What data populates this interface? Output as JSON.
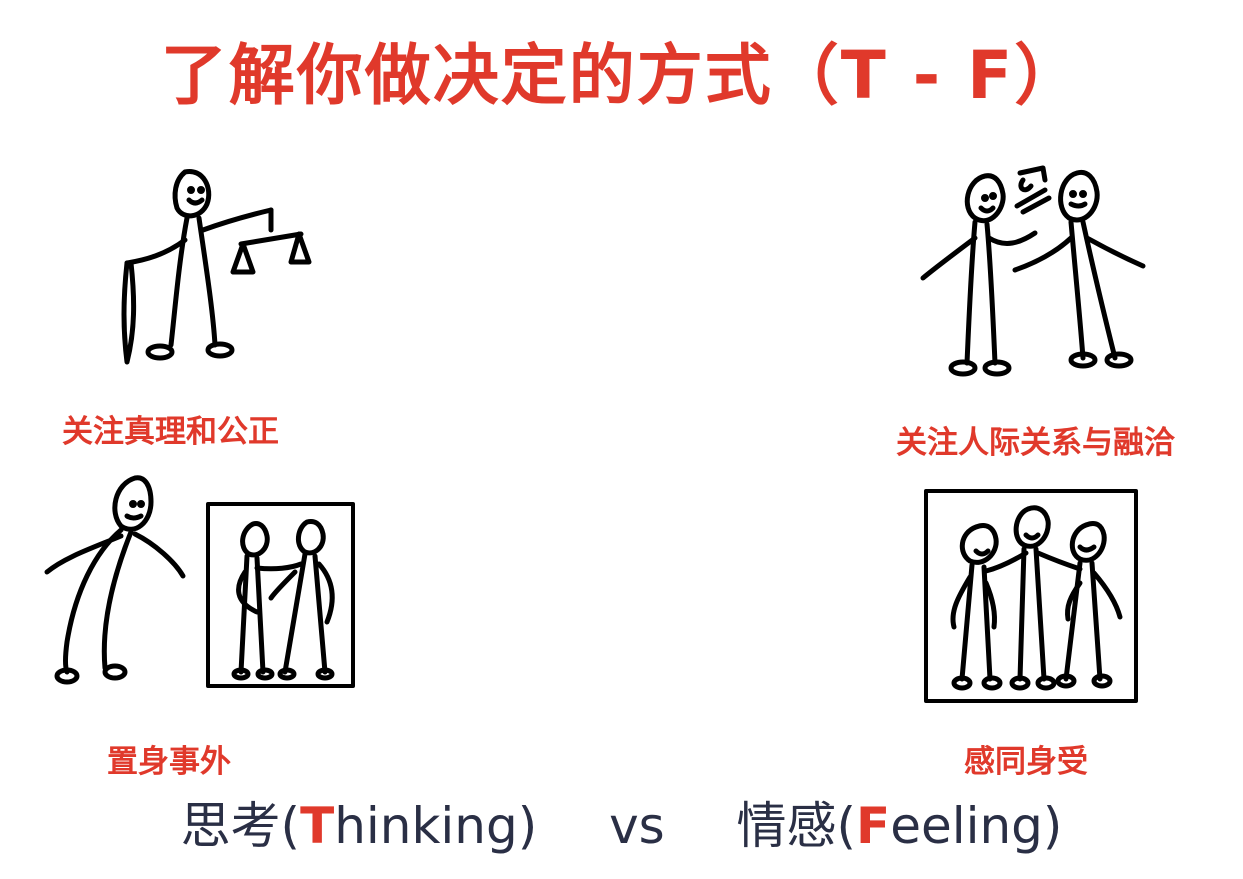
{
  "title": "了解你做决定的方式（T - F）",
  "colors": {
    "accent": "#e0392b",
    "text_dark": "#2a2f45",
    "background": "#ffffff",
    "ink": "#000000"
  },
  "thinking": {
    "trait_1": {
      "caption": "关注真理和公正",
      "illustration": "stick-figure-with-scales-and-sword"
    },
    "trait_2": {
      "caption": "置身事外",
      "illustration": "stick-figure-observing-framed-picture"
    }
  },
  "feeling": {
    "trait_1": {
      "caption": "关注人际关系与融洽",
      "illustration": "two-stick-figures-chatting"
    },
    "trait_2": {
      "caption": "感同身受",
      "illustration": "three-stick-figures-in-frame-embracing"
    }
  },
  "footer": {
    "thinking_prefix": "思考(",
    "thinking_letter": "T",
    "thinking_rest": "hinking)",
    "vs": "vs",
    "feeling_prefix": "情感(",
    "feeling_letter": "F",
    "feeling_rest": "eeling)"
  }
}
